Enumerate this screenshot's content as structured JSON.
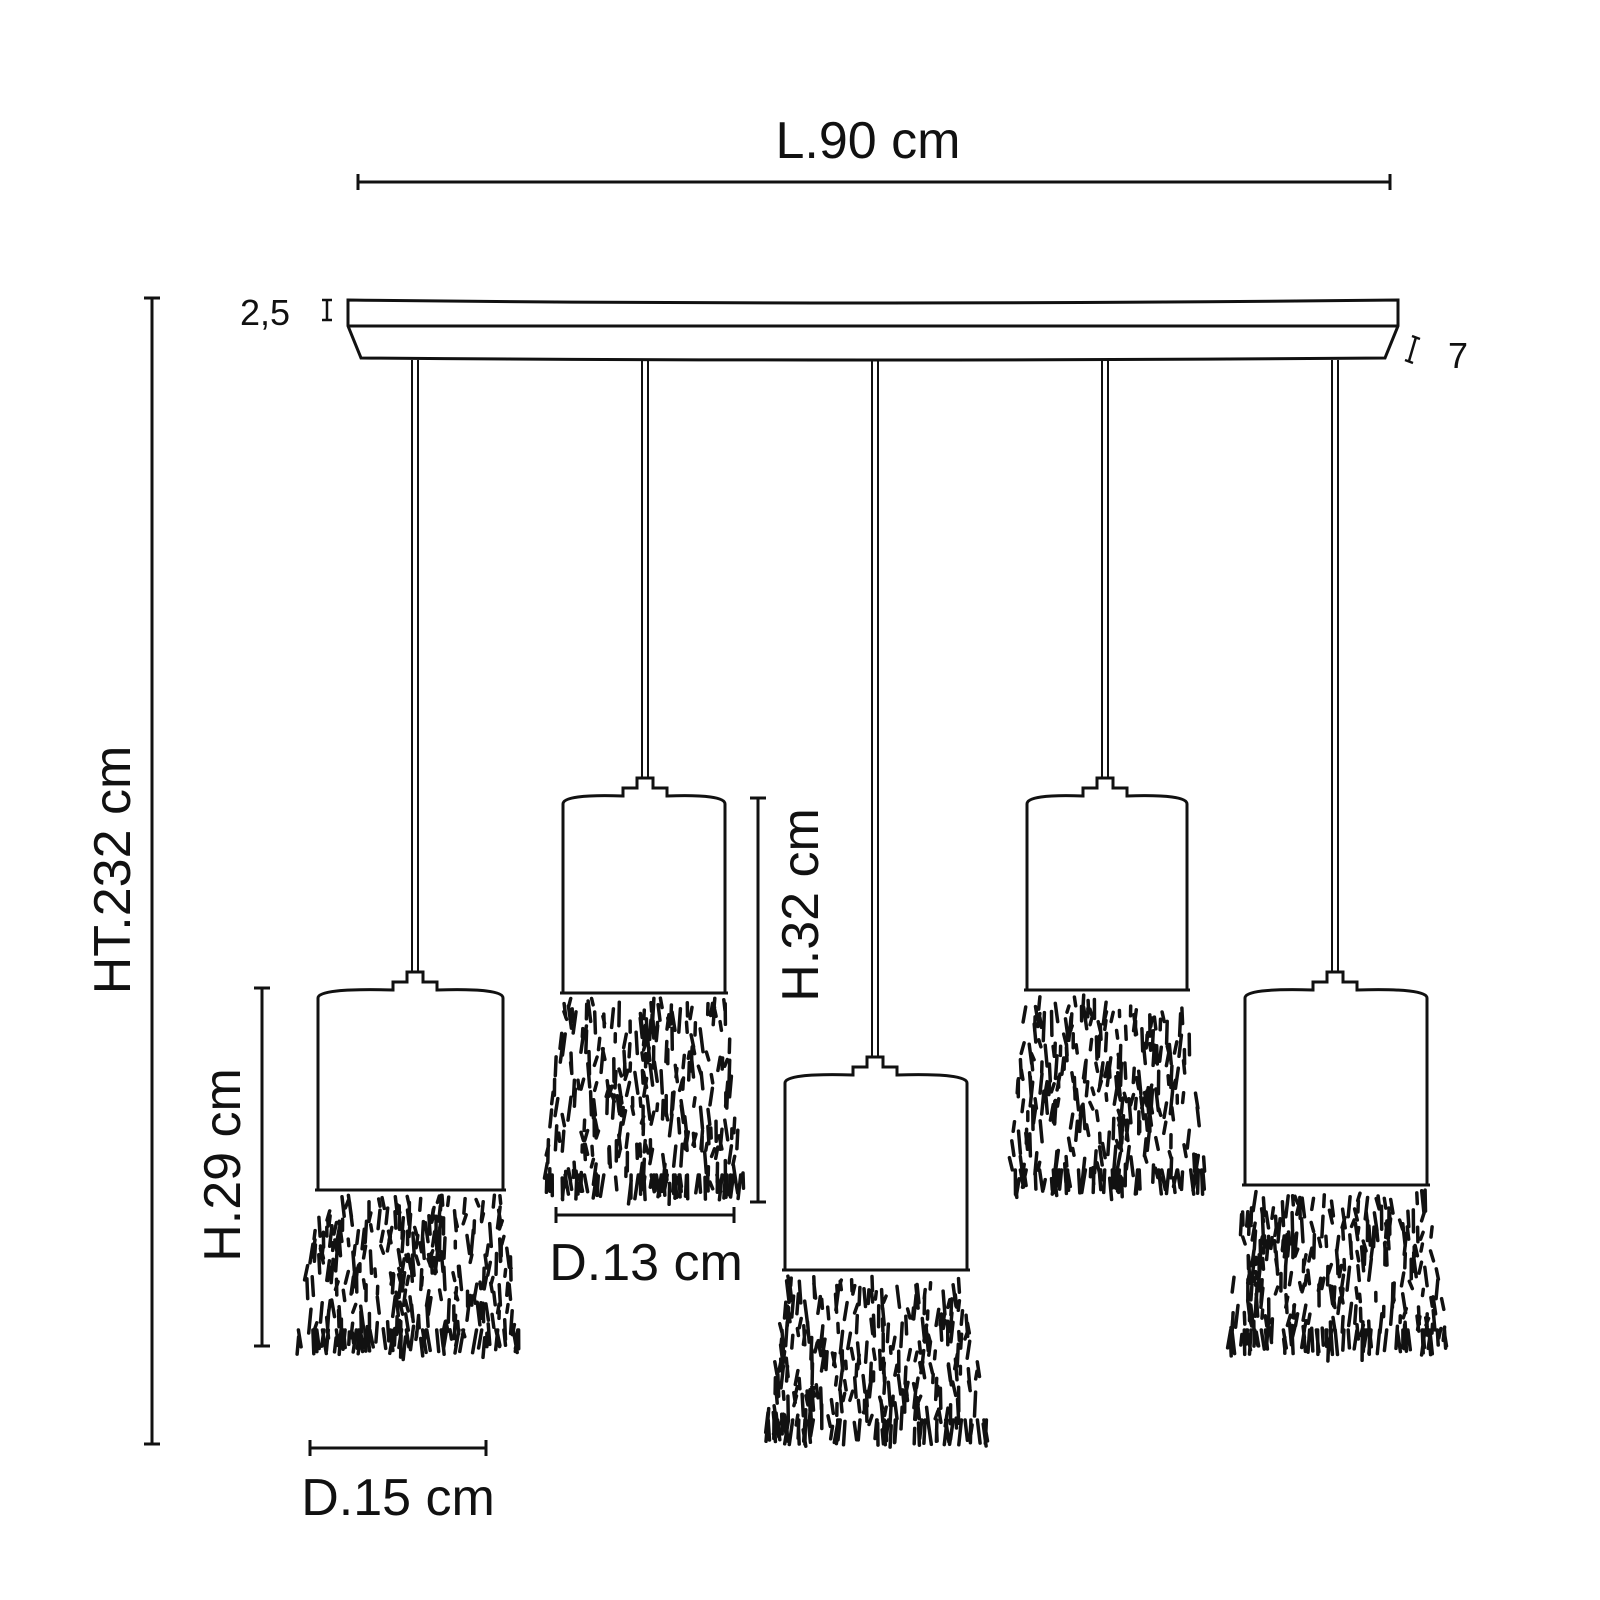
{
  "dimensions": {
    "length": "L.90 cm",
    "total_height": "HT.232 cm",
    "canopy_thickness": "2,5",
    "canopy_depth": "7",
    "shade_large_height": "H.29 cm",
    "shade_large_diameter": "D.15 cm",
    "shade_small_height": "H.32 cm",
    "shade_small_diameter": "D.13 cm"
  },
  "colors": {
    "ink": "#111111",
    "background": "#ffffff"
  }
}
